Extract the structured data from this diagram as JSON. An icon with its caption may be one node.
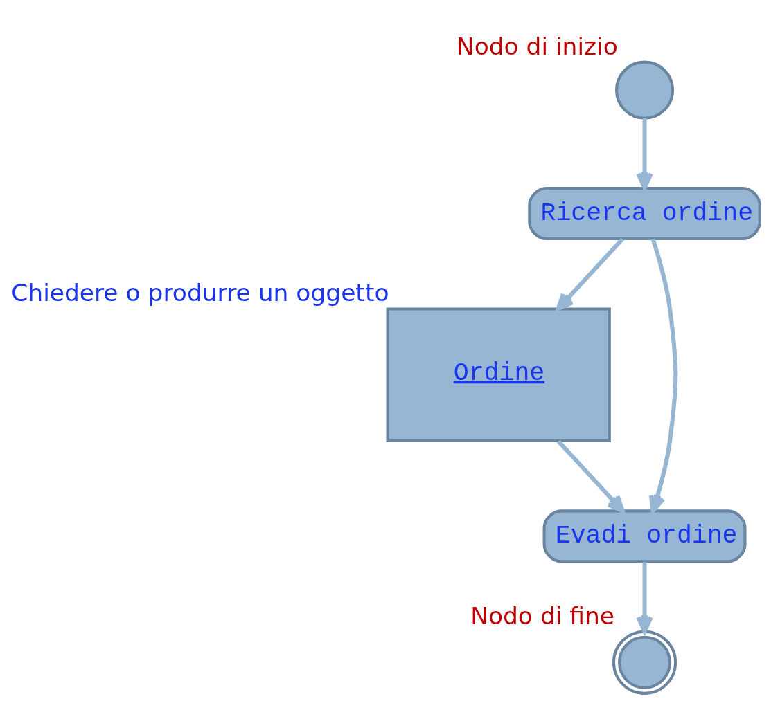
{
  "diagram": {
    "nodes": [
      {
        "text": [],
        "shape": "circle",
        "beside": [
          "Nodo di inizio"
        ]
      },
      {
        "text": [
          "Ricerca ordine"
        ]
      },
      {
        "text": [
          "Ordine"
        ],
        "beside": [
          "Chiedere o produrre un oggetto"
        ]
      },
      {
        "text": [
          "Evadi ordine"
        ]
      },
      {
        "text": [],
        "shape": "doublecircle",
        "beside": [
          "Nodo di fine"
        ]
      }
    ],
    "edges": [
      {
        "from": 0,
        "to": 1,
        "arrow": "to"
      },
      {
        "from": 1,
        "to": 2,
        "arrow": "to"
      },
      {
        "from": 1,
        "to": 3,
        "arrow": "to"
      },
      {
        "from": 2,
        "to": 3,
        "arrow": "to"
      },
      {
        "from": 3,
        "to": 4,
        "arrow": "to"
      }
    ]
  }
}
